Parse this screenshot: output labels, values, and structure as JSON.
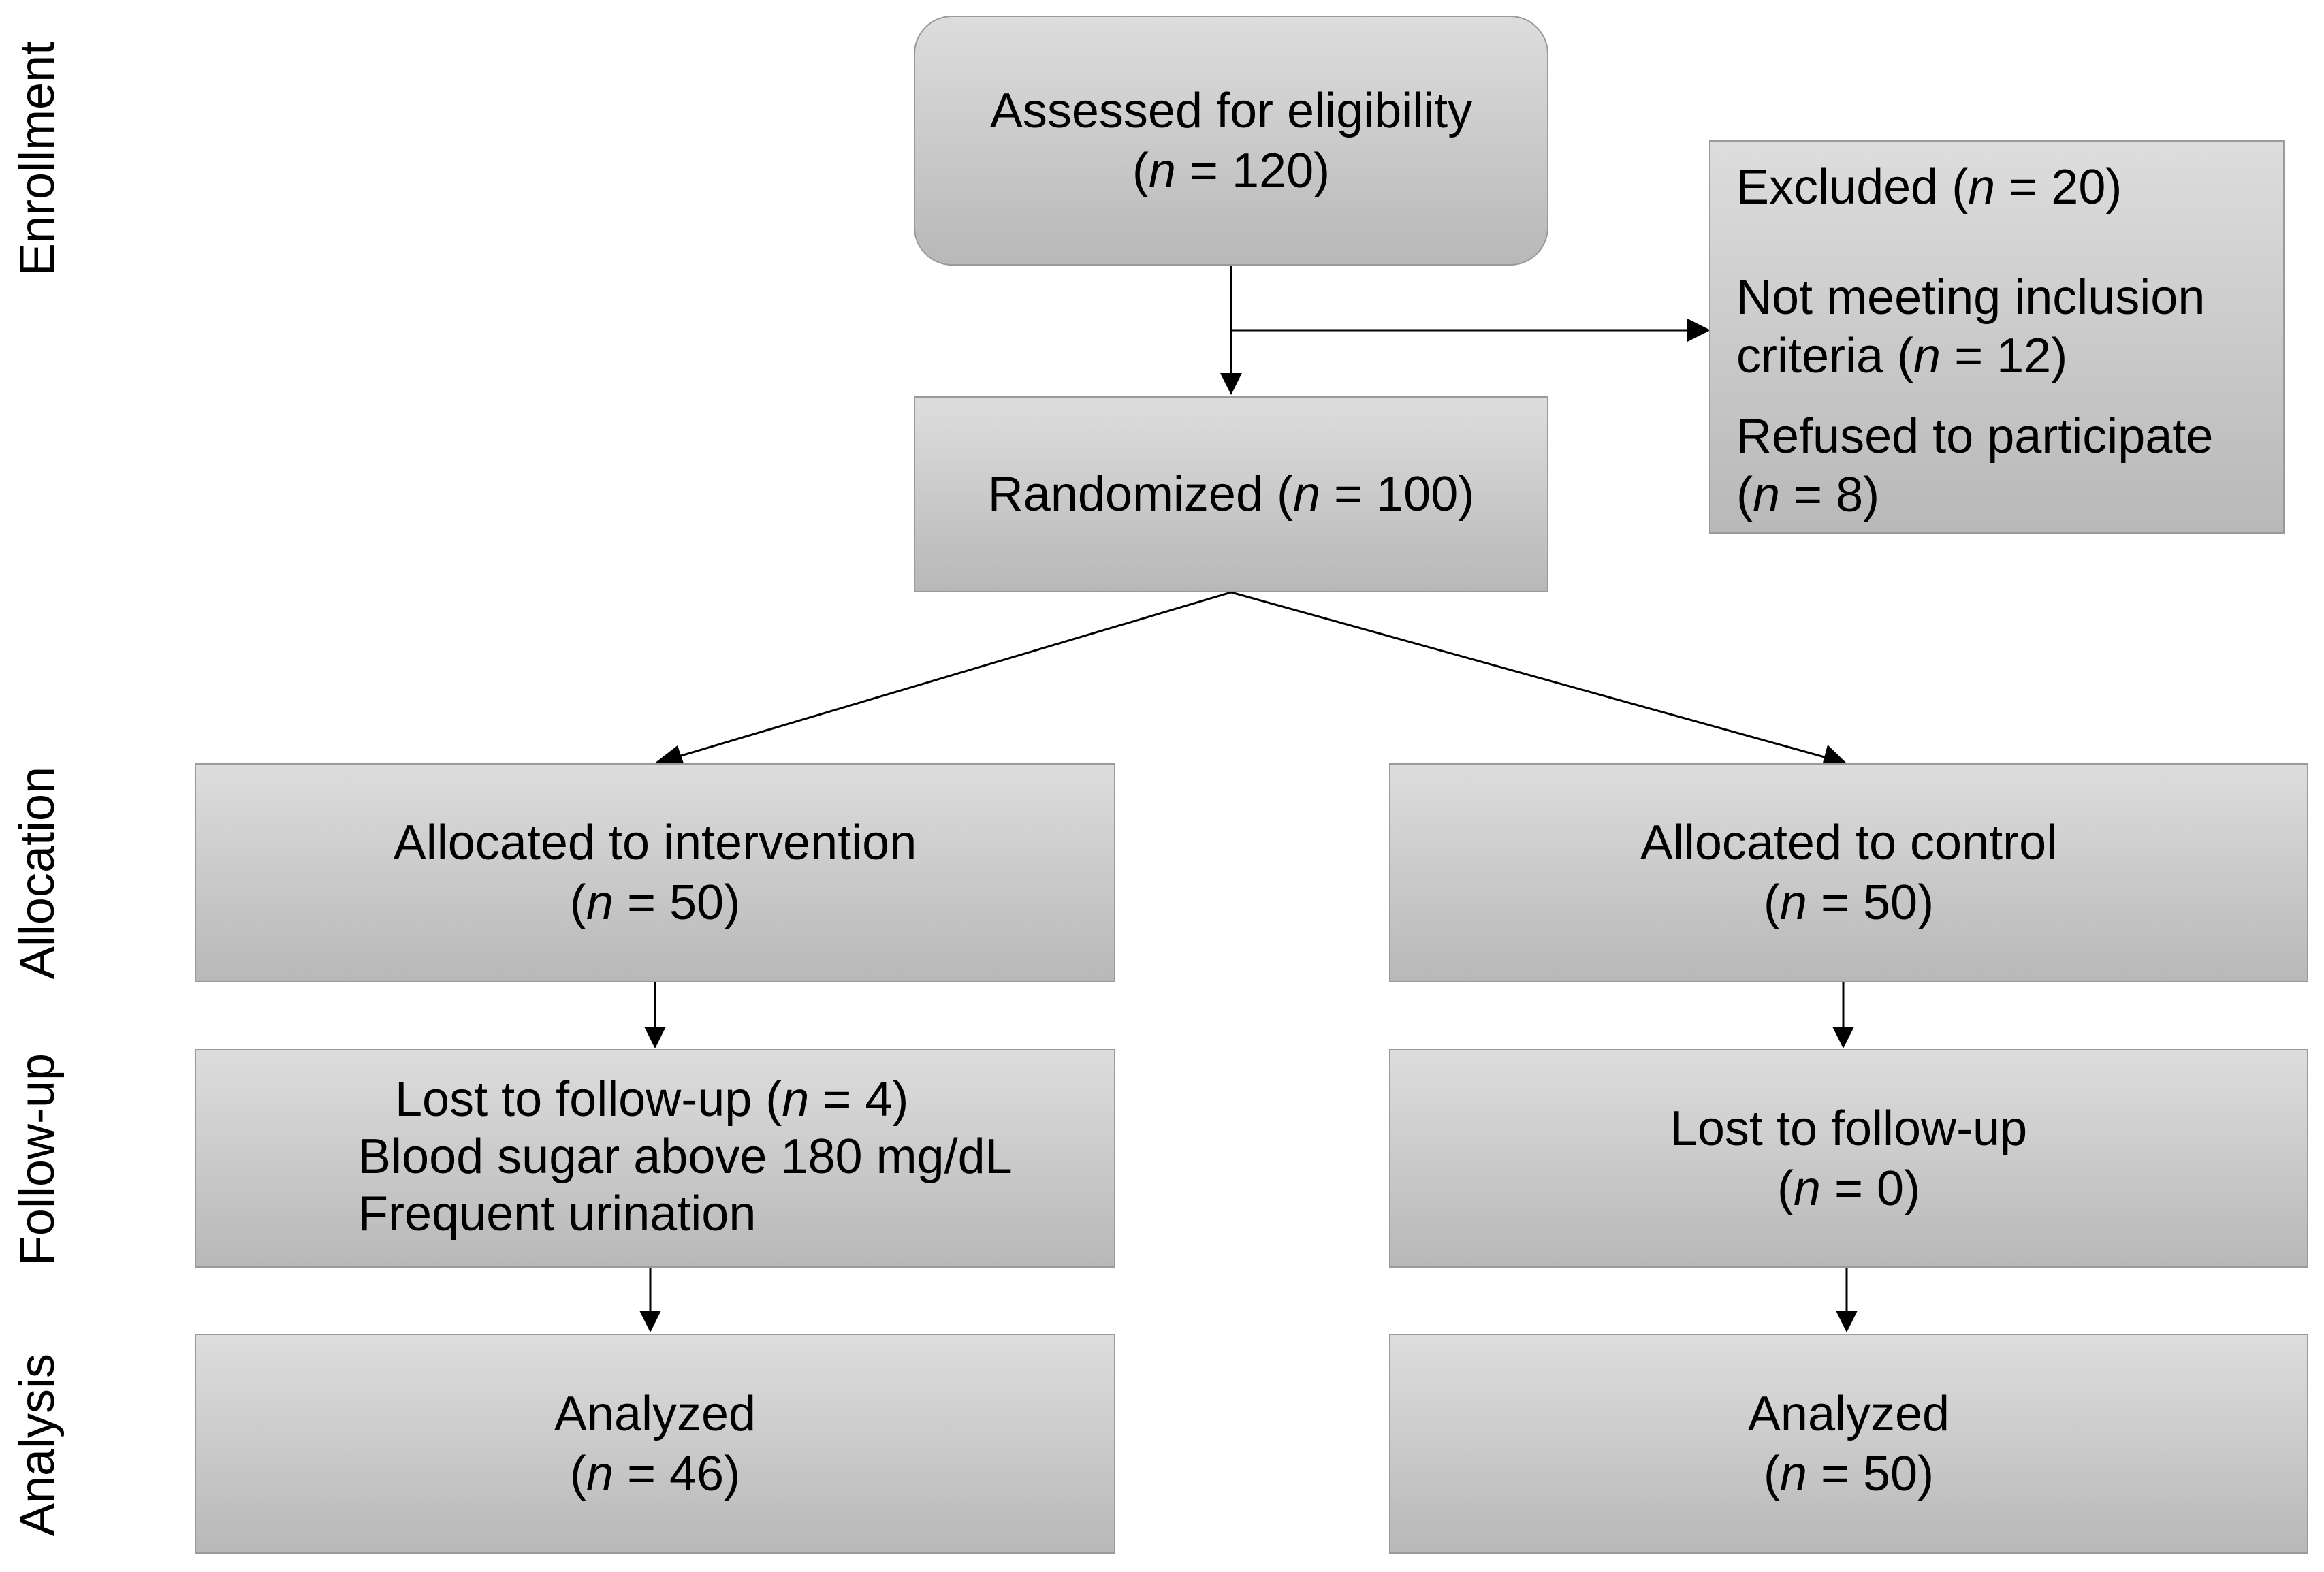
{
  "phases": {
    "enrollment": "Enrollment",
    "allocation": "Allocation",
    "followup": "Follow-up",
    "analysis": "Analysis"
  },
  "n_symbol": "n",
  "boxes": {
    "assessed": {
      "label": "Assessed for eligibility",
      "open": "(",
      "eq": " = 120)"
    },
    "excluded": {
      "label": "Excluded (",
      "eq": " = 20)",
      "reason1_line1": "Not meeting inclusion",
      "reason1_line2": "criteria (",
      "reason1_eq": " = 12)",
      "reason2_line1": "Refused to participate",
      "reason2_open": "(",
      "reason2_eq": " = 8)"
    },
    "randomized": {
      "label": "Randomized (",
      "eq": " = 100)"
    },
    "alloc_intervention": {
      "label": "Allocated to intervention",
      "open": "(",
      "eq": " = 50)"
    },
    "alloc_control": {
      "label": "Allocated to control",
      "open": "(",
      "eq": " = 50)"
    },
    "followup_intervention": {
      "label": "Lost to follow-up (",
      "eq": " = 4)",
      "reason1": "Blood sugar above 180 mg/dL",
      "reason2": "Frequent urination"
    },
    "followup_control": {
      "label": "Lost to follow-up",
      "open": "(",
      "eq": " = 0)"
    },
    "analysis_intervention": {
      "label": "Analyzed",
      "open": "(",
      "eq": " = 46)"
    },
    "analysis_control": {
      "label": "Analyzed",
      "open": "(",
      "eq": " = 50)"
    }
  },
  "colors": {
    "box_top": "#dddddd",
    "box_bottom": "#b8b8b8",
    "box_border": "#9a9a9a",
    "line": "#000000"
  }
}
